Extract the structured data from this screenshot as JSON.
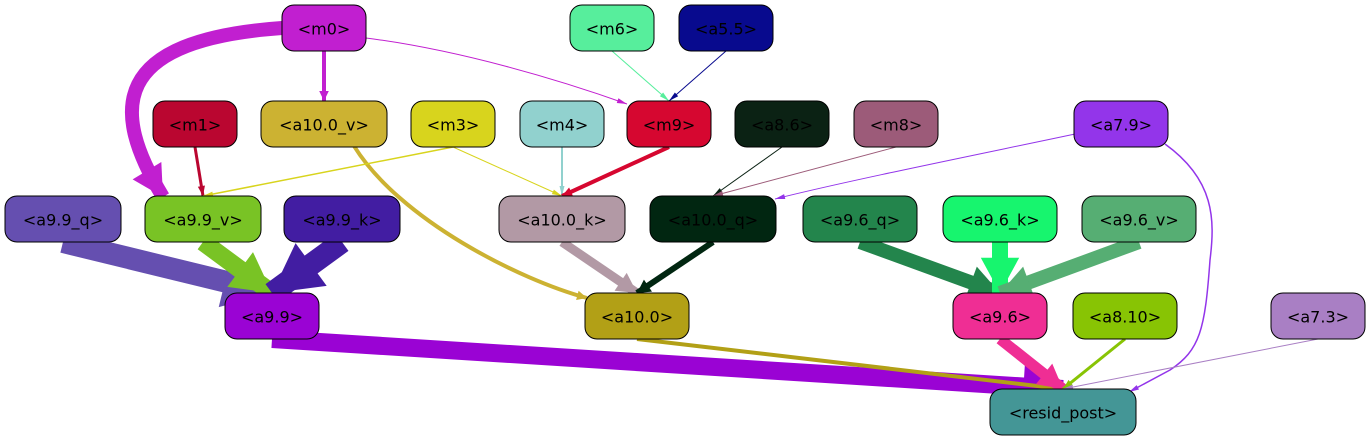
{
  "nodes": [
    {
      "id": "m0",
      "label": "<m0>",
      "fill": "#c11fd0",
      "text": "#000000"
    },
    {
      "id": "m6",
      "label": "<m6>",
      "fill": "#57ee9c",
      "text": "#000000"
    },
    {
      "id": "a5_5",
      "label": "<a5.5>",
      "fill": "#080a8e",
      "text": "#000000"
    },
    {
      "id": "m1",
      "label": "<m1>",
      "fill": "#ba0630",
      "text": "#000000"
    },
    {
      "id": "a10_0_v",
      "label": "<a10.0_v>",
      "fill": "#ccb232",
      "text": "#000000"
    },
    {
      "id": "m3",
      "label": "<m3>",
      "fill": "#d8d41d",
      "text": "#000000"
    },
    {
      "id": "m4",
      "label": "<m4>",
      "fill": "#91d1ce",
      "text": "#000000"
    },
    {
      "id": "m9",
      "label": "<m9>",
      "fill": "#d60730",
      "text": "#000000"
    },
    {
      "id": "a8_6",
      "label": "<a8.6>",
      "fill": "#0b2214",
      "text": "#000000"
    },
    {
      "id": "m8",
      "label": "<m8>",
      "fill": "#9c5b79",
      "text": "#000000"
    },
    {
      "id": "a7_9",
      "label": "<a7.9>",
      "fill": "#9335ea",
      "text": "#000000"
    },
    {
      "id": "a9_9_q",
      "label": "<a9.9_q>",
      "fill": "#654fb0",
      "text": "#000000"
    },
    {
      "id": "a9_9_v",
      "label": "<a9.9_v>",
      "fill": "#79c325",
      "text": "#000000"
    },
    {
      "id": "a9_9_k",
      "label": "<a9.9_k>",
      "fill": "#421da2",
      "text": "#000000"
    },
    {
      "id": "a10_0_k",
      "label": "<a10.0_k>",
      "fill": "#b299a5",
      "text": "#000000"
    },
    {
      "id": "a10_0_q",
      "label": "<a10.0_q>",
      "fill": "#012611",
      "text": "#000000"
    },
    {
      "id": "a9_6_q",
      "label": "<a9.6_q>",
      "fill": "#23854c",
      "text": "#000000"
    },
    {
      "id": "a9_6_k",
      "label": "<a9.6_k>",
      "fill": "#17f56e",
      "text": "#000000"
    },
    {
      "id": "a9_6_v",
      "label": "<a9.6_v>",
      "fill": "#56ae73",
      "text": "#000000"
    },
    {
      "id": "a9_9",
      "label": "<a9.9>",
      "fill": "#9a03d4",
      "text": "#000000"
    },
    {
      "id": "a10_0",
      "label": "<a10.0>",
      "fill": "#b2a016",
      "text": "#000000"
    },
    {
      "id": "a9_6",
      "label": "<a9.6>",
      "fill": "#ef2e94",
      "text": "#000000"
    },
    {
      "id": "a8_10",
      "label": "<a8.10>",
      "fill": "#88c404",
      "text": "#000000"
    },
    {
      "id": "a7_3",
      "label": "<a7.3>",
      "fill": "#a97fc4",
      "text": "#000000"
    },
    {
      "id": "resid_post",
      "label": "<resid_post>",
      "fill": "#449696",
      "text": "#000000"
    }
  ],
  "edges": [
    {
      "from": "m0",
      "to": "a9_9_v",
      "color": "#c11fd0",
      "weight": 14
    },
    {
      "from": "m0",
      "to": "a10_0_v",
      "color": "#c11fd0",
      "weight": 4
    },
    {
      "from": "m0",
      "to": "m9",
      "color": "#c11fd0",
      "weight": 1
    },
    {
      "from": "m6",
      "to": "m9",
      "color": "#57ee9c",
      "weight": 1
    },
    {
      "from": "a5_5",
      "to": "m9",
      "color": "#080a8e",
      "weight": 1
    },
    {
      "from": "m1",
      "to": "a9_9_v",
      "color": "#ba0630",
      "weight": 3
    },
    {
      "from": "a10_0_v",
      "to": "a10_0",
      "color": "#ccb232",
      "weight": 4
    },
    {
      "from": "m3",
      "to": "a9_9_v",
      "color": "#d8d41d",
      "weight": 1.5
    },
    {
      "from": "m3",
      "to": "a10_0_k",
      "color": "#d8d41d",
      "weight": 1
    },
    {
      "from": "m4",
      "to": "a10_0_k",
      "color": "#91d1ce",
      "weight": 2
    },
    {
      "from": "m9",
      "to": "a10_0_k",
      "color": "#d60730",
      "weight": 4
    },
    {
      "from": "a8_6",
      "to": "a10_0_q",
      "color": "#0b2214",
      "weight": 1
    },
    {
      "from": "m8",
      "to": "a10_0_q",
      "color": "#9c5b79",
      "weight": 1
    },
    {
      "from": "a7_9",
      "to": "a10_0_q",
      "color": "#9335ea",
      "weight": 1
    },
    {
      "from": "a7_9",
      "to": "resid_post",
      "color": "#9335ea",
      "weight": 1.5
    },
    {
      "from": "a9_9_q",
      "to": "a9_9",
      "color": "#654fb0",
      "weight": 22
    },
    {
      "from": "a9_9_v",
      "to": "a9_9",
      "color": "#79c325",
      "weight": 18
    },
    {
      "from": "a9_9_k",
      "to": "a9_9",
      "color": "#421da2",
      "weight": 22
    },
    {
      "from": "a10_0_k",
      "to": "a10_0",
      "color": "#b299a5",
      "weight": 9
    },
    {
      "from": "a10_0_q",
      "to": "a10_0",
      "color": "#012611",
      "weight": 6
    },
    {
      "from": "a9_6_q",
      "to": "a9_6",
      "color": "#23854c",
      "weight": 14
    },
    {
      "from": "a9_6_k",
      "to": "a9_6",
      "color": "#17f56e",
      "weight": 16
    },
    {
      "from": "a9_6_v",
      "to": "a9_6",
      "color": "#56ae73",
      "weight": 14
    },
    {
      "from": "a9_9",
      "to": "resid_post",
      "color": "#9a03d4",
      "weight": 18
    },
    {
      "from": "a10_0",
      "to": "resid_post",
      "color": "#b2a016",
      "weight": 4
    },
    {
      "from": "a9_6",
      "to": "resid_post",
      "color": "#ef2e94",
      "weight": 11
    },
    {
      "from": "a8_10",
      "to": "resid_post",
      "color": "#88c404",
      "weight": 3
    },
    {
      "from": "a7_3",
      "to": "resid_post",
      "color": "#a97fc4",
      "weight": 1
    }
  ]
}
